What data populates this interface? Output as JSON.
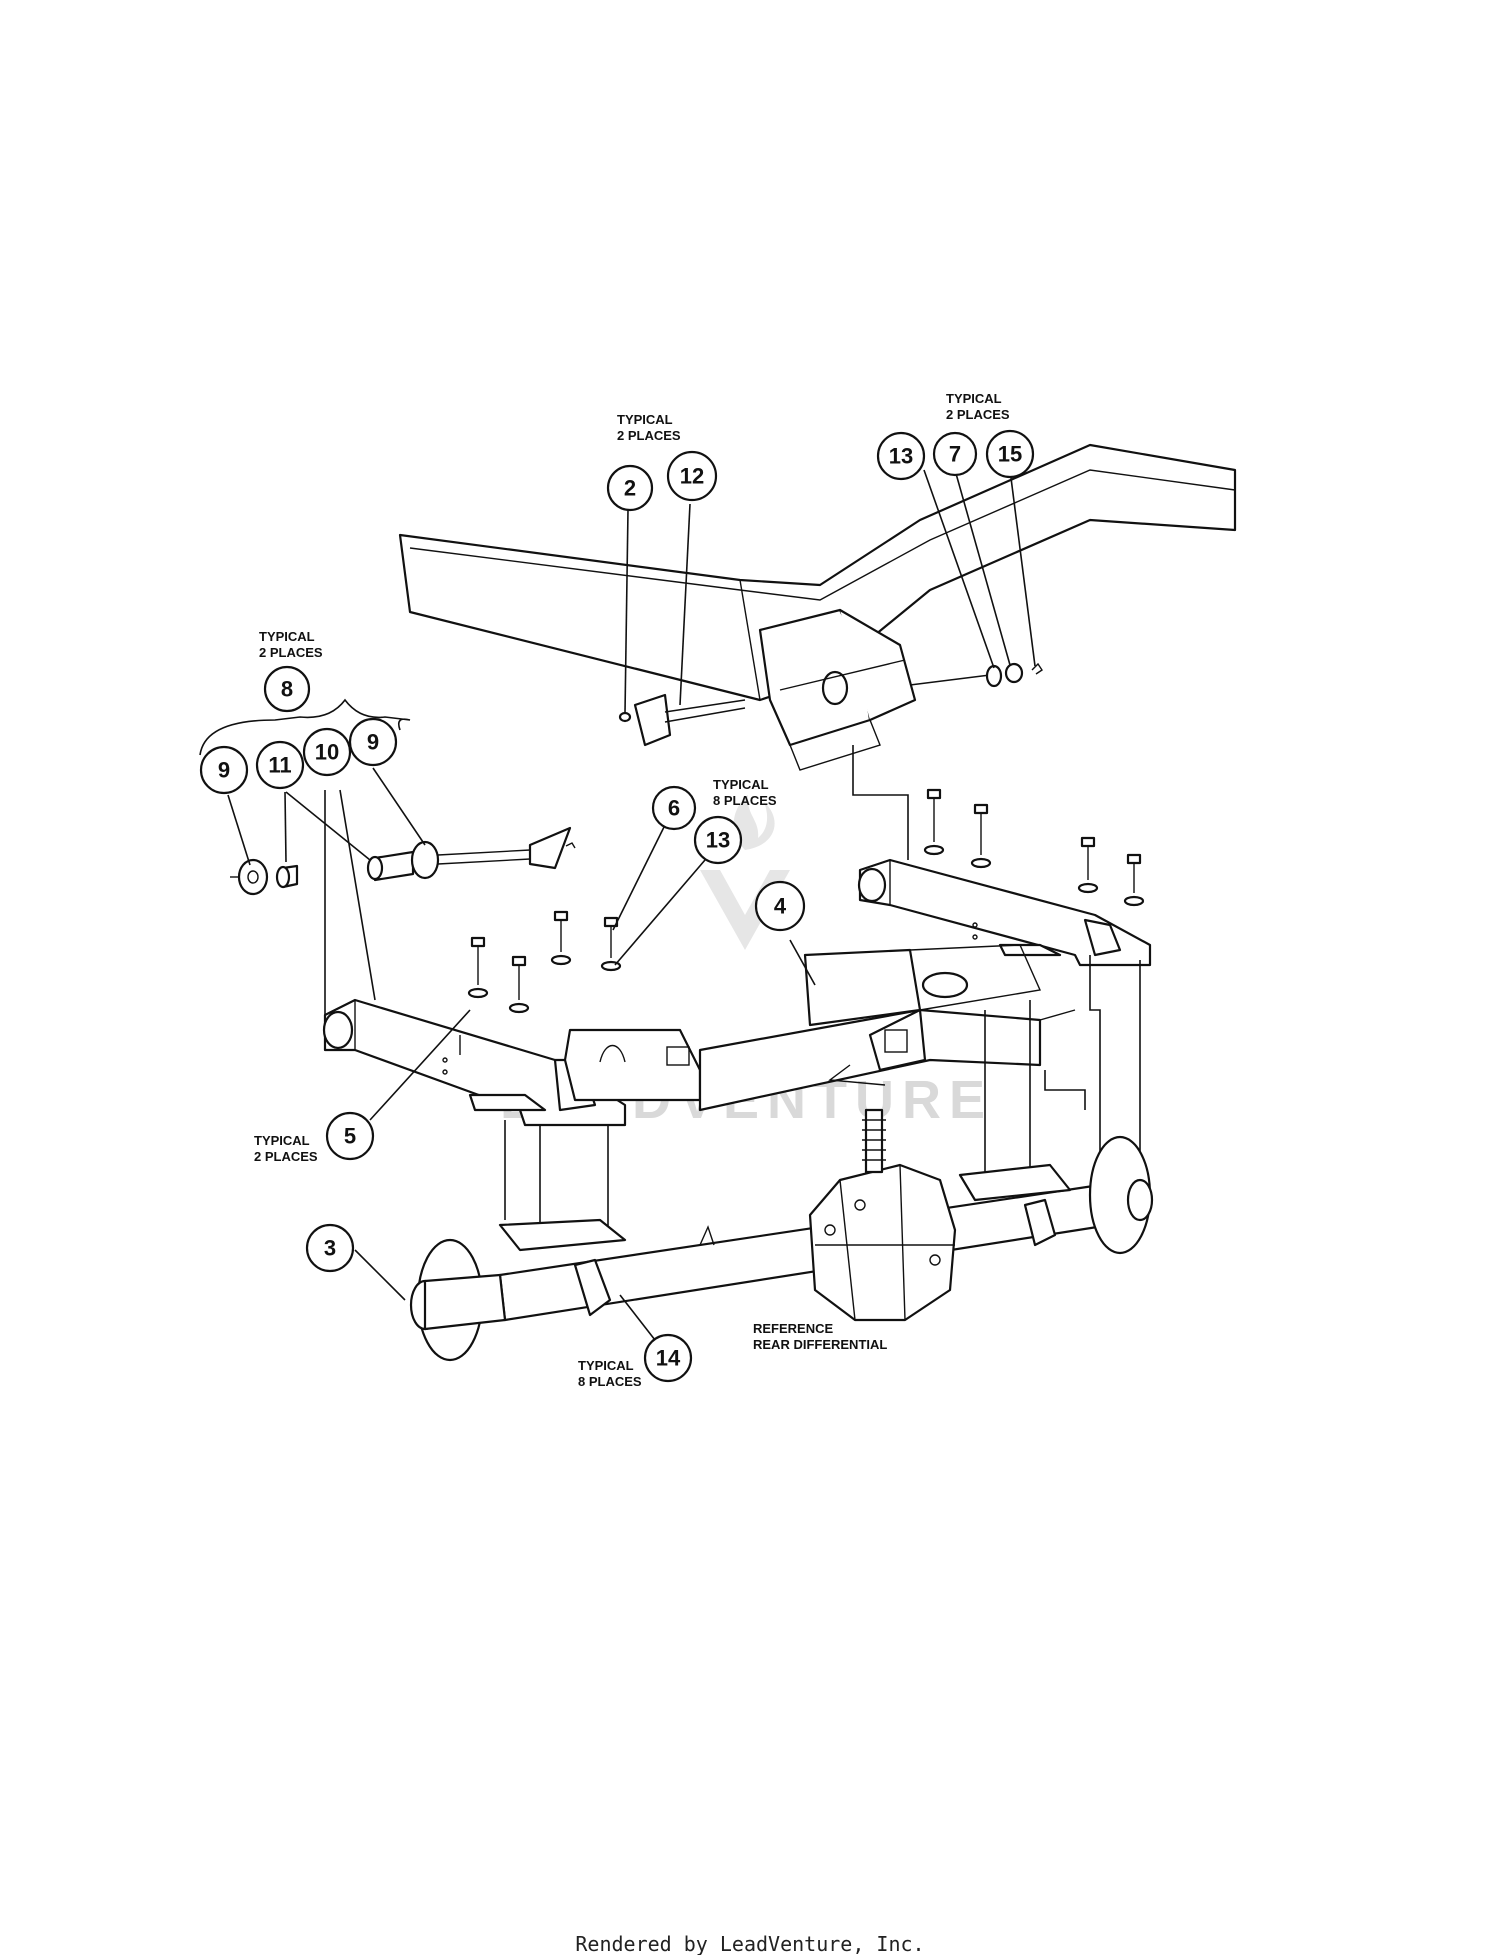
{
  "diagram": {
    "callouts": [
      "2",
      "12",
      "13",
      "7",
      "15",
      "8",
      "9",
      "11",
      "10",
      "9",
      "6",
      "13",
      "4",
      "5",
      "3",
      "14"
    ],
    "notes": {
      "typical_2_places_top": [
        "TYPICAL",
        "2 PLACES"
      ],
      "typical_2_places_right": [
        "TYPICAL",
        "2 PLACES"
      ],
      "typical_2_places_left": [
        "TYPICAL",
        "2 PLACES"
      ],
      "typical_8_places_upper": [
        "TYPICAL",
        "8 PLACES"
      ],
      "typical_2_places_lower": [
        "TYPICAL",
        "2 PLACES"
      ],
      "typical_8_places_lower": [
        "TYPICAL",
        "8 PLACES"
      ],
      "reference": [
        "REFERENCE",
        "REAR DIFFERENTIAL"
      ]
    },
    "watermark": "LEADVENTURE"
  },
  "footer": {
    "text": "Rendered by LeadVenture, Inc."
  }
}
